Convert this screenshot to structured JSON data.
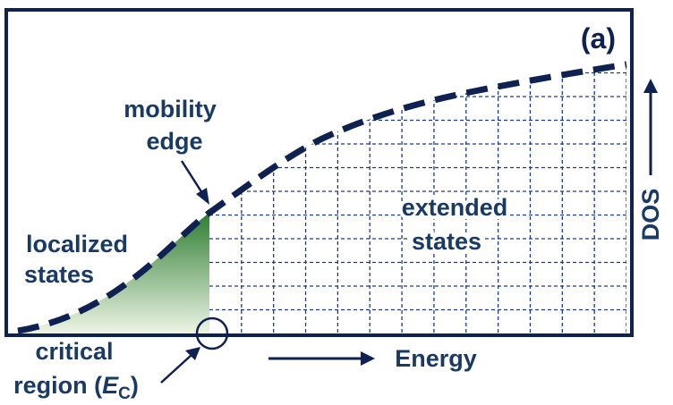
{
  "panel_label": "(a)",
  "labels": {
    "mobility_edge_line1": "mobility",
    "mobility_edge_line2": "edge",
    "localized_line1": "localized",
    "localized_line2": "states",
    "extended_line1": "extended",
    "extended_line2": "states",
    "critical_line1": "critical",
    "critical_line2_prefix": "region (",
    "critical_symbol": "E",
    "critical_subscript": "C",
    "critical_line2_suffix": ")",
    "x_axis": "Energy",
    "y_axis": "DOS"
  },
  "colors": {
    "frame": "#0f2150",
    "curve": "#0f2150",
    "grid": "#1a3a8a",
    "localized_fill_top": "#2e7d32",
    "localized_fill_bottom": "#eef5e6",
    "text": "#1a3a66"
  }
}
